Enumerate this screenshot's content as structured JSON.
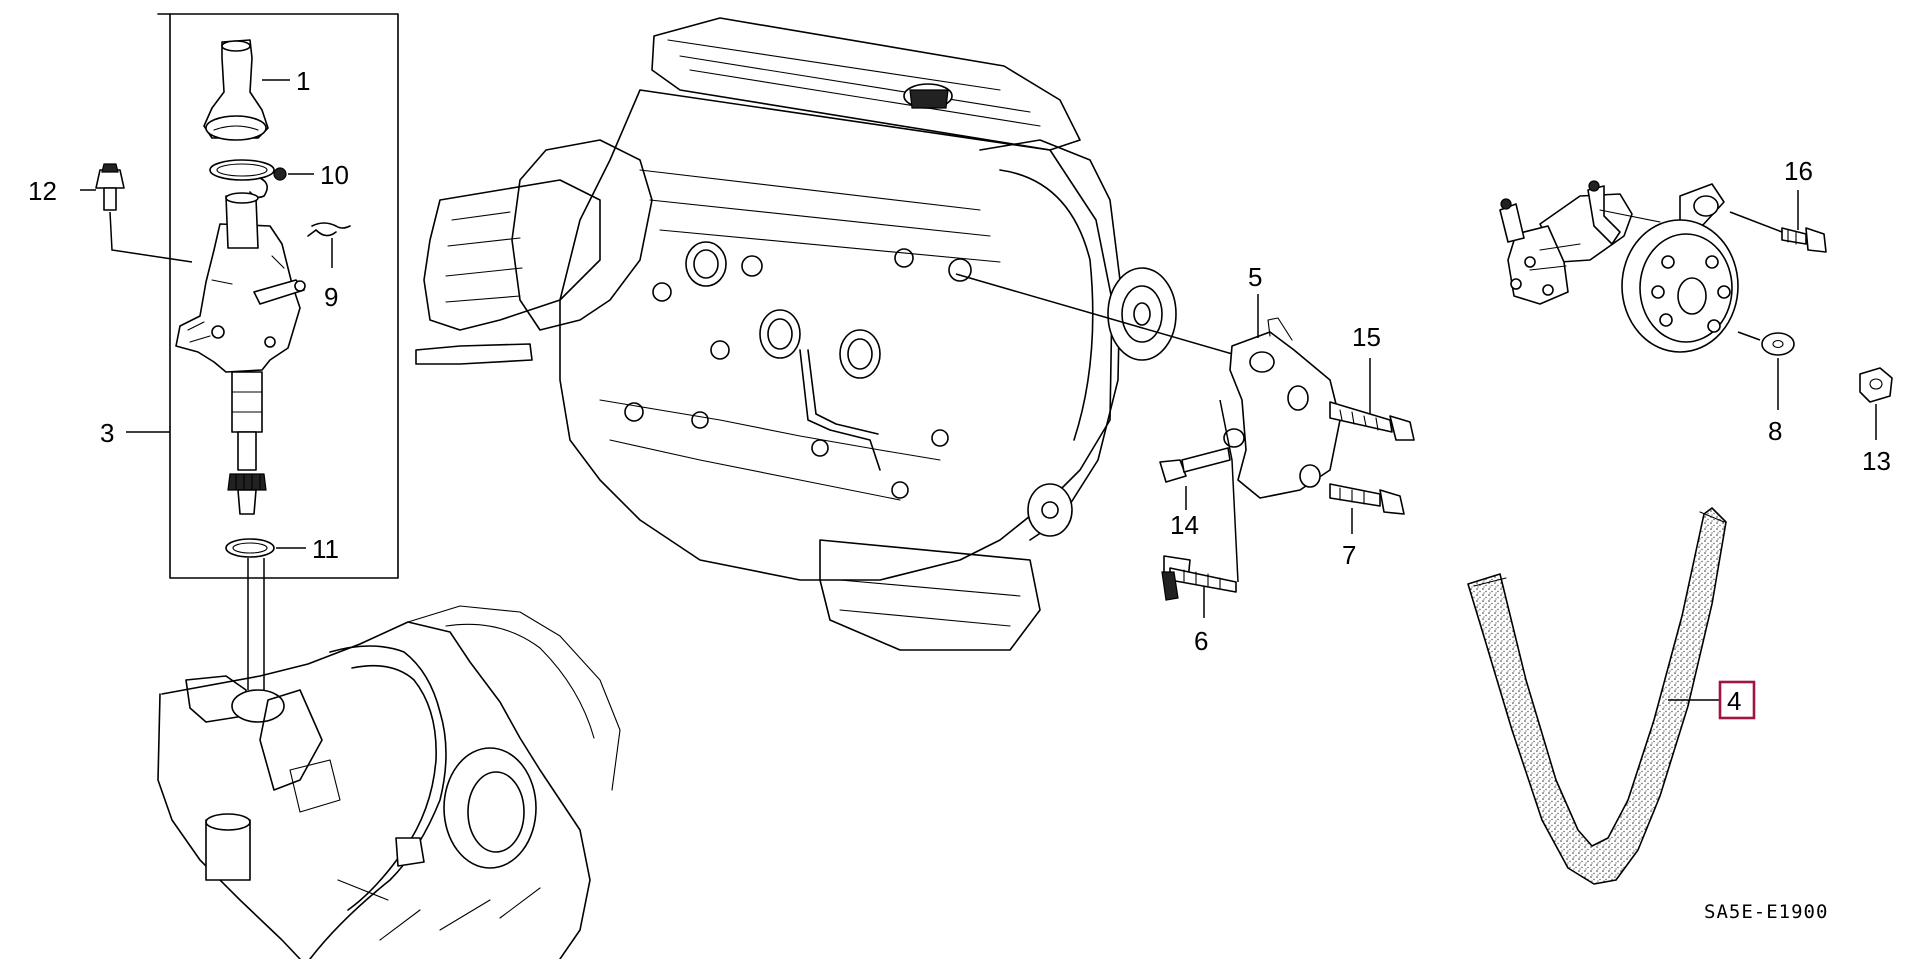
{
  "diagram": {
    "code": "SA5E-E1900",
    "highlighted_part": "4",
    "callouts": [
      {
        "id": "c1",
        "label": "1"
      },
      {
        "id": "c3",
        "label": "3"
      },
      {
        "id": "c4",
        "label": "4"
      },
      {
        "id": "c5",
        "label": "5"
      },
      {
        "id": "c6",
        "label": "6"
      },
      {
        "id": "c7",
        "label": "7"
      },
      {
        "id": "c8",
        "label": "8"
      },
      {
        "id": "c9",
        "label": "9"
      },
      {
        "id": "c10",
        "label": "10"
      },
      {
        "id": "c11",
        "label": "11"
      },
      {
        "id": "c12",
        "label": "12"
      },
      {
        "id": "c13",
        "label": "13"
      },
      {
        "id": "c14",
        "label": "14"
      },
      {
        "id": "c15",
        "label": "15"
      },
      {
        "id": "c16",
        "label": "16"
      }
    ],
    "highlight_color": "#a0153e"
  }
}
